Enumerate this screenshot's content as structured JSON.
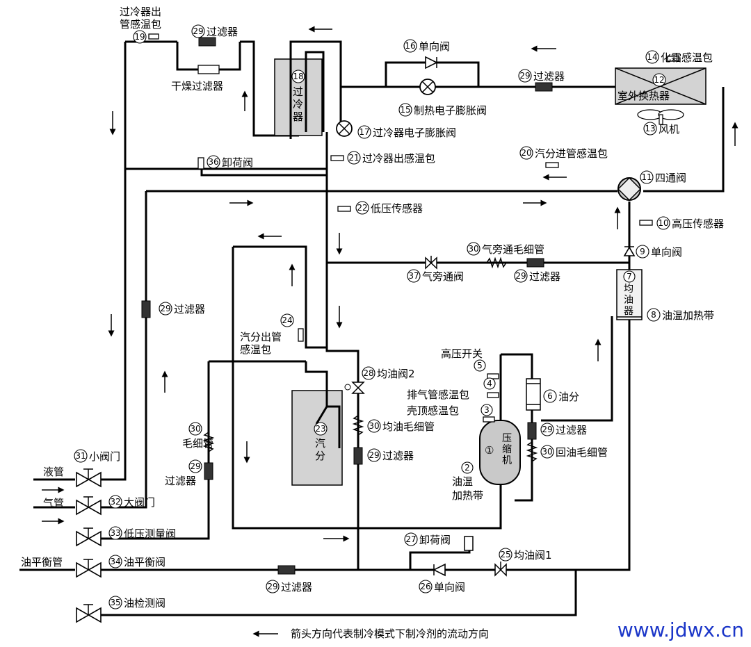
{
  "components": {
    "c1": {
      "num": "①",
      "label": "压缩机"
    },
    "c2": {
      "num": "2",
      "label": "油温加热带",
      "line1": "油温",
      "line2": "加热带"
    },
    "c3": {
      "num": "3",
      "label": "壳顶感温包"
    },
    "c4": {
      "num": "4",
      "label": "排气管感温包"
    },
    "c5": {
      "num": "5",
      "label": "高压开关"
    },
    "c6": {
      "num": "6",
      "label": "油分"
    },
    "c7": {
      "num": "7",
      "label": "均油器"
    },
    "c8": {
      "num": "8",
      "label": "油温加热带"
    },
    "c9": {
      "num": "9",
      "label": "单向阀"
    },
    "c10": {
      "num": "10",
      "label": "高压传感器"
    },
    "c11": {
      "num": "11",
      "label": "四通阀"
    },
    "c12": {
      "num": "12",
      "label": "室外换热器"
    },
    "c13": {
      "num": "13",
      "label": "风机"
    },
    "c14": {
      "num": "14",
      "label": "化霜感温包"
    },
    "c15": {
      "num": "15",
      "label": "制热电子膨胀阀"
    },
    "c16": {
      "num": "16",
      "label": "单向阀"
    },
    "c17": {
      "num": "17",
      "label": "过冷器电子膨胀阀"
    },
    "c18": {
      "num": "18",
      "label": "过冷器"
    },
    "c19": {
      "num": "19",
      "label": "过冷器出管感温包",
      "line1": "过冷器出",
      "line2": "管感温包"
    },
    "c20": {
      "num": "20",
      "label": "汽分进管感温包"
    },
    "c21": {
      "num": "21",
      "label": "过冷器出感温包"
    },
    "c22": {
      "num": "22",
      "label": "低压传感器"
    },
    "c23": {
      "num": "23",
      "label": "汽分"
    },
    "c24": {
      "num": "24",
      "label": "汽分出管感温包",
      "line1": "汽分出管",
      "line2": "感温包"
    },
    "c25": {
      "num": "25",
      "label": "均油阀1"
    },
    "c26": {
      "num": "26",
      "label": "单向阀"
    },
    "c27": {
      "num": "27",
      "label": "卸荷阀"
    },
    "c28": {
      "num": "28",
      "label": "均油阀2"
    },
    "c29": {
      "num": "29",
      "label": "过滤器"
    },
    "c30": {
      "num": "30",
      "label": "毛细管"
    },
    "c30a": {
      "num": "30",
      "label": "气旁通毛细管"
    },
    "c30b": {
      "num": "30",
      "label": "均油毛细管"
    },
    "c30c": {
      "num": "30",
      "label": "回油毛细管"
    },
    "c31": {
      "num": "31",
      "label": "小阀门"
    },
    "c32": {
      "num": "32",
      "label": "大阀门"
    },
    "c33": {
      "num": "33",
      "label": "低压测量阀"
    },
    "c34": {
      "num": "34",
      "label": "油平衡阀"
    },
    "c35": {
      "num": "35",
      "label": "油检测阀"
    },
    "c36": {
      "num": "36",
      "label": "卸荷阀"
    },
    "c37": {
      "num": "37",
      "label": "气旁通阀"
    },
    "dryer": "干燥过滤器"
  },
  "pipes": {
    "liquid": "液管",
    "gas": "气管",
    "oil_balance": "油平衡管"
  },
  "legend": "箭头方向代表制冷模式下制冷剂的流动方向",
  "watermark": "www.jdwx.cn"
}
